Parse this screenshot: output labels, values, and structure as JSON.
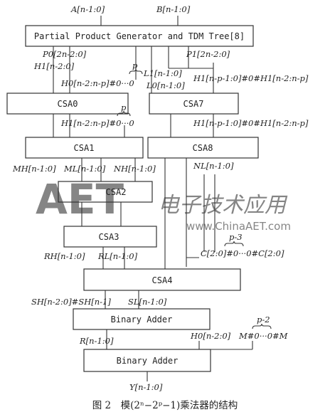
{
  "watermark": {
    "logo": "AET",
    "text_cn": "电子技术应用",
    "url": "www.ChinaAET.com",
    "color": "#e0523f"
  },
  "inputs": {
    "a": "A[n-1:0]",
    "b": "B[n-1:0]"
  },
  "blocks": {
    "ppg": "Partial Product Generator and TDM Tree[8]",
    "csa0": "CSA0",
    "csa7": "CSA7",
    "csa1": "CSA1",
    "csa8": "CSA8",
    "csa2": "CSA2",
    "csa3": "CSA3",
    "csa4": "CSA4",
    "adder1": "Binary Adder",
    "adder2": "Binary Adder"
  },
  "signals": {
    "p0": "P0[2n-2:0]",
    "p1": "P1[2n-2:0]",
    "h1_top": "H1[n-2:0]",
    "h0_top": "H0[n-2:n-p]#0···0",
    "p_brace1": "p",
    "l1": "L1[n-1:0]",
    "l0": "L0[n-1:0]",
    "h1_csa7": "H1[n-p-1:0]#0#H1[n-2:n-p]",
    "h1_mid": "H1[n-2:n-p]#0···0",
    "p_brace2": "p",
    "h1_csa8": "H1[n-p-1:0]#0#H1[n-2:n-p]",
    "mh": "MH[n-1:0]",
    "ml": "ML[n-1:0]",
    "nh": "NH[n-1:0]",
    "nl": "NL[n-1:0]",
    "rh": "RH[n-1:0]",
    "rl": "RL[n-1:0]",
    "c": "C[2:0]#0···0#C[2:0]",
    "p_brace3": "p-3",
    "sh": "SH[n-2:0]#SH[n-1]",
    "sl": "SL[n-1:0]",
    "r": "R[n-1:0]",
    "h0_bottom": "H0[n-2:0]",
    "m": "M#0···0#M",
    "p_brace4": "p-2",
    "y": "Y[n-1:0]"
  },
  "caption": "图 2　模(2ⁿ−2ᵖ−1)乘法器的结构"
}
